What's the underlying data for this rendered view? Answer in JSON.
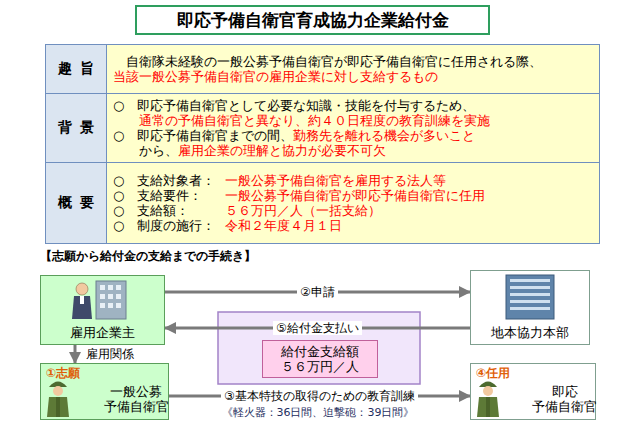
{
  "diagram": {
    "title": "即応予備自衛官育成協力企業給付金",
    "nodes": [
      {
        "text": [
          "趣旨"
        ]
      },
      {
        "text": [
          "自衛隊未経験の一般公募予備自衛官が即応予備自衛官に任用される際、",
          "当該一般公募予備自衛官の雇用企業に対し支給するもの"
        ]
      },
      {
        "text": [
          "背景"
        ]
      },
      {
        "text": [
          "○　即応予備自衛官として必要な知識・技能を付与するため、",
          "通常の予備自衛官と異なり、約４０日程度の教育訓練を実施",
          "○　即応予備自衛官までの間、",
          "勤務先を離れる機会が多いこと",
          "から、",
          "雇用企業の理解と協力が必要不可欠"
        ]
      },
      {
        "text": [
          "概要"
        ]
      },
      {
        "text": [
          "○　支給対象者：",
          "一般公募予備自衛官を雇用する法人等",
          "○　支給要件：",
          "一般公募予備自衛官が即応予備自衛官に任用",
          "○　支給額：",
          "５６万円／人（一括支給）",
          "○　制度の施行：",
          "令和２年度４月１日"
        ]
      },
      {
        "text": [
          "雇用企業主"
        ]
      },
      {
        "text": [
          "地本協力本部"
        ]
      },
      {
        "text": [
          "①志願",
          "一般公募 予備自衛官"
        ]
      },
      {
        "text": [
          "④任用",
          "即応 予備自衛官"
        ]
      },
      {
        "text": [
          "給付金支給額 ５６万円／人"
        ]
      }
    ],
    "edges": [
      {
        "from": 6,
        "to": 7,
        "label": "②申請",
        "arrow": "to"
      },
      {
        "from": 7,
        "to": 6,
        "label": "⑤給付金支払い",
        "arrow": "to"
      },
      {
        "from": 6,
        "to": 8,
        "label": "雇用関係",
        "arrow": "to"
      },
      {
        "from": 8,
        "to": 9,
        "label": "③基本特技の取得のための教育訓練",
        "arrow": "to"
      }
    ],
    "labels": [
      "【志願から給付金の支給までの手続き】",
      "《軽火器：36日間、迫撃砲：39日間》"
    ]
  }
}
